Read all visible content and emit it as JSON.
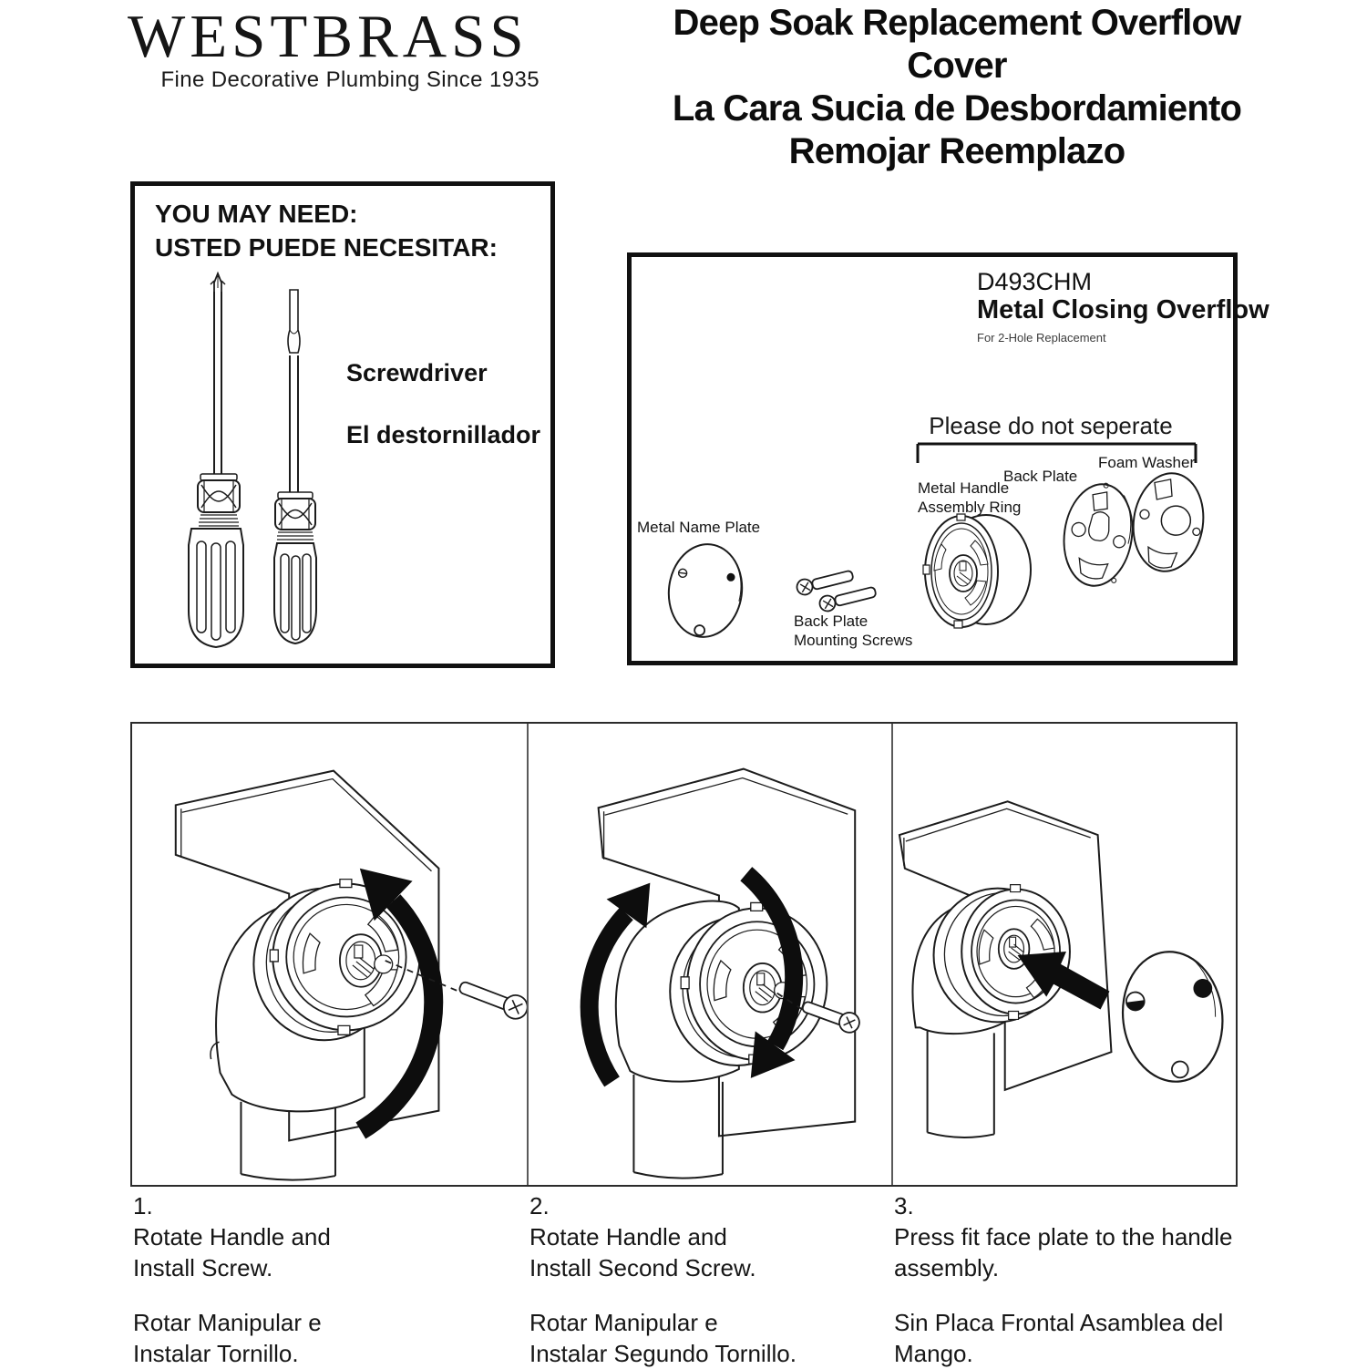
{
  "brand": {
    "name": "WESTBRASS",
    "tagline": "Fine Decorative Plumbing Since 1935"
  },
  "title": {
    "lines": [
      "Deep Soak Replacement Overflow",
      "Cover",
      "La Cara Sucia de Desbordamiento",
      "Remojar Reemplazo"
    ]
  },
  "tools_box": {
    "heading_en": "YOU MAY NEED:",
    "heading_es": "USTED PUEDE NECESITAR:",
    "tool_en": "Screwdriver",
    "tool_es": "El destornillador"
  },
  "product_box": {
    "model": "D493CHM",
    "name": "Metal Closing Overflow",
    "subtitle": "For 2-Hole Replacement",
    "warning": "Please do not seperate",
    "part_labels": {
      "name_plate": "Metal Name Plate",
      "mounting_screws": "Back Plate\nMounting Screws",
      "handle_ring": "Metal Handle\nAssembly Ring",
      "back_plate": "Back Plate",
      "foam_washer": "Foam Washer"
    }
  },
  "steps": [
    {
      "number": "1.",
      "instruction_en": "Rotate Handle and\nInstall Screw.",
      "instruction_es": "Rotar Manipular e\nInstalar Tornillo."
    },
    {
      "number": "2.",
      "instruction_en": "Rotate Handle and\nInstall Second Screw.",
      "instruction_es": "Rotar Manipular e\nInstalar Segundo Tornillo."
    },
    {
      "number": "3.",
      "instruction_en": "Press fit face plate to the handle\nassembly.",
      "instruction_es": "Sin Placa Frontal Asamblea del\nMango."
    }
  ]
}
